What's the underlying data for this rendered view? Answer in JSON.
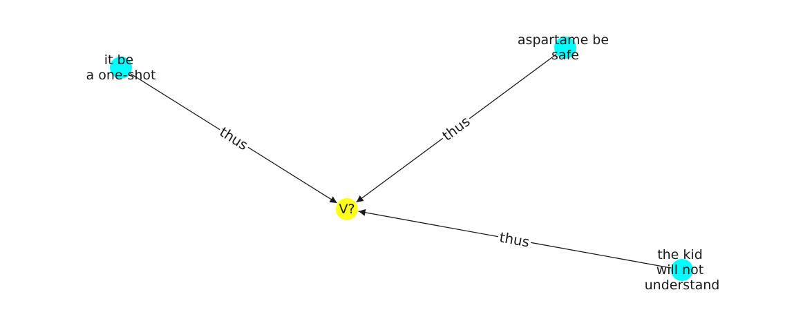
{
  "nodes": [
    {
      "id": "n1",
      "lines": [
        "it be",
        "a one-shot"
      ],
      "color": "#00ffff"
    },
    {
      "id": "n2",
      "lines": [
        "aspartame be",
        "safe"
      ],
      "color": "#00ffff"
    },
    {
      "id": "n3",
      "lines": [
        "the kid",
        "will not",
        "understand"
      ],
      "color": "#00ffff"
    },
    {
      "id": "n4",
      "lines": [
        "V?"
      ],
      "color": "#ffff1a"
    }
  ],
  "edges": [
    {
      "from": "n1",
      "to": "n4",
      "label": "thus"
    },
    {
      "from": "n2",
      "to": "n4",
      "label": "thus"
    },
    {
      "from": "n3",
      "to": "n4",
      "label": "thus"
    }
  ],
  "colors": {
    "edge": "#1a1a1a",
    "text": "#1a1a1a"
  }
}
